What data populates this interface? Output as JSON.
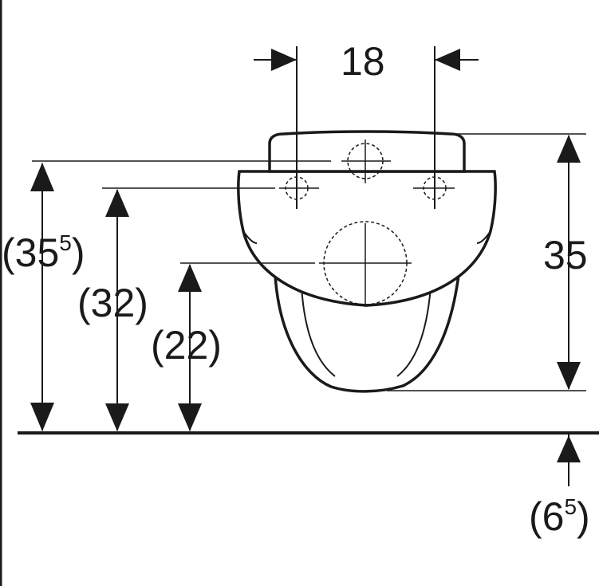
{
  "dimensions": {
    "outlet_spacing": "18",
    "pan_height": "35",
    "top_height": {
      "base": "(35",
      "sup": "5",
      "close": ")"
    },
    "mid_height": "(32)",
    "outlet_height": "(22)",
    "floor_offset": {
      "base": "(6",
      "sup": "5",
      "close": ")"
    }
  },
  "colors": {
    "line": "#1a1a1a",
    "background": "#ffffff"
  }
}
